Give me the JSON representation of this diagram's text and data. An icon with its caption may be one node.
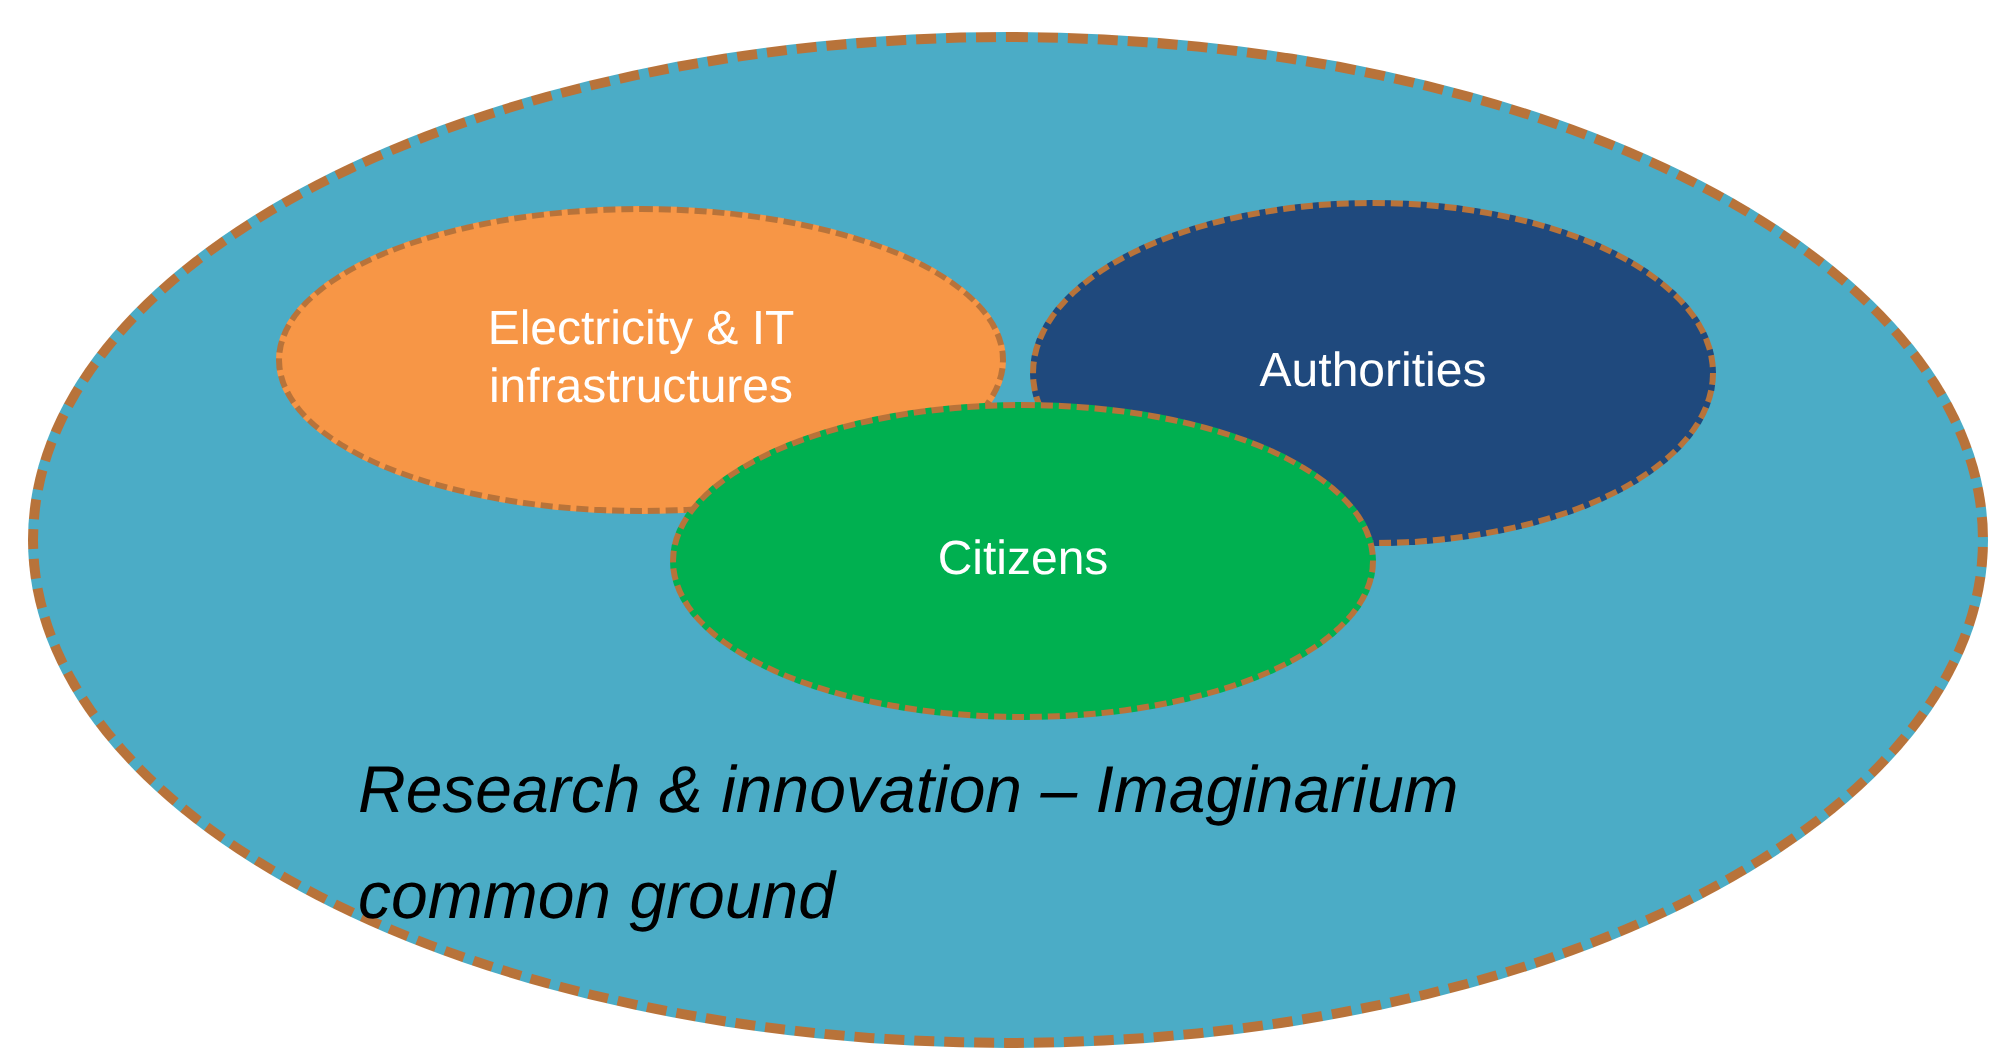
{
  "diagram": {
    "nodes": [
      {
        "text": [
          "Research & innovation – Imaginarium common ground"
        ]
      },
      {
        "text": [
          "Electricity & IT infrastructures"
        ],
        "in": 0
      },
      {
        "text": [
          "Authorities"
        ],
        "in": 0
      },
      {
        "text": [
          "Citizens"
        ],
        "in": 0
      }
    ]
  }
}
